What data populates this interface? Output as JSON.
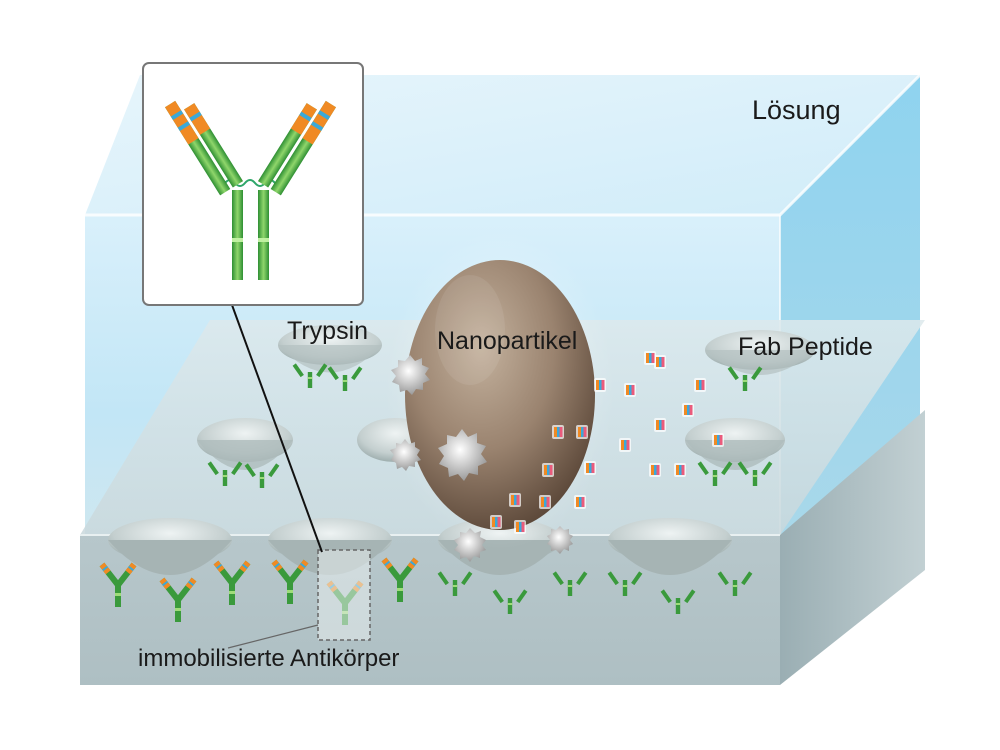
{
  "labels": {
    "solution": "Lösung",
    "trypsin": "Trypsin",
    "nanoparticle": "Nanopartikel",
    "fab_peptides": "Fab Peptide",
    "immobilized_antibodies": "immobilisierte Antikörper"
  },
  "colors": {
    "solution": "#bfe6f7",
    "solution_side": "#7fcbe8",
    "substrate": "#b9c9cc",
    "nanoparticle": "#8a7461",
    "antibody_green": "#3a9a3c",
    "antibody_orange": "#f08a24",
    "trypsin": "#d9d9d9"
  }
}
